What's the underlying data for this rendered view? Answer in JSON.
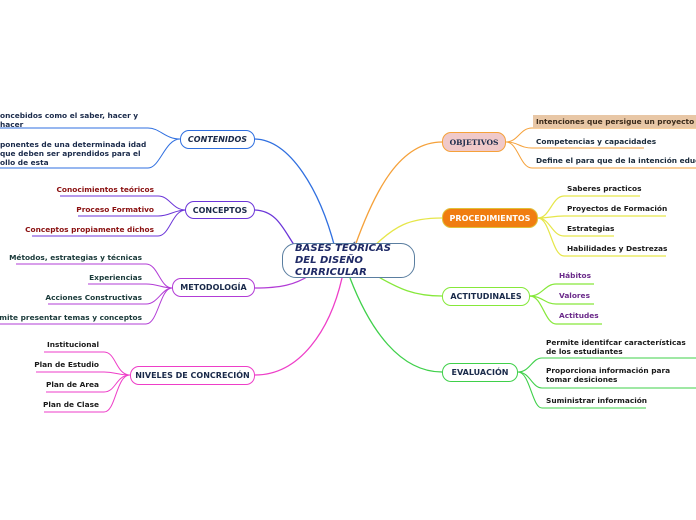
{
  "central": {
    "title": "BASES TEÓRICAS DEL DISEÑO CURRICULAR"
  },
  "left": {
    "contenidos": {
      "label": "CONTENIDOS",
      "items": [
        "oncebidos como el saber, hacer y hacer",
        "ponentes de una determinada idad que deben ser aprendidos para el ollo de esta"
      ]
    },
    "conceptos": {
      "label": "CONCEPTOS",
      "items": [
        "Conocimientos teóricos",
        "Proceso Formativo",
        "Conceptos propiamente dichos"
      ]
    },
    "metodologia": {
      "label": "METODOLOGÍA",
      "items": [
        "Métodos, estrategias y técnicas",
        "Experiencias",
        "Acciones Constructivas",
        "Permite presentar temas y conceptos"
      ]
    },
    "niveles": {
      "label": "NIVELES DE CONCRECIÓN",
      "items": [
        "Institucional",
        "Plan de Estudio",
        "Plan de Area",
        "Plan de Clase"
      ]
    }
  },
  "right": {
    "objetivos": {
      "label": "OBJETIVOS",
      "items": [
        "Intenciones que persigue un proyecto educativo",
        "Competencias y capacidades",
        "Define el para que de la intención educativa"
      ]
    },
    "procedimientos": {
      "label": "PROCEDIMIENTOS",
      "items": [
        "Saberes practicos",
        "Proyectos de Formación",
        "Estrategias",
        "Habilidades y Destrezas"
      ]
    },
    "actitudinales": {
      "label": "ACTITUDINALES",
      "items": [
        "Hábitos",
        "Valores",
        "Actitudes"
      ]
    },
    "evaluacion": {
      "label": "EVALUACIÓN",
      "items": [
        "Permite identifcar características de los estudiantes",
        "Proporciona información para tomar desiciones",
        "Suministrar información"
      ]
    }
  },
  "colors": {
    "contenidos": "#2f6fe0",
    "conceptos": "#6b35d8",
    "metodologia": "#b23cd6",
    "niveles": "#ee3ec8",
    "objetivos": "#f5a13a",
    "procedimientos": "#e6e64a",
    "actitudinales": "#86e83a",
    "evaluacion": "#3fd04a"
  }
}
